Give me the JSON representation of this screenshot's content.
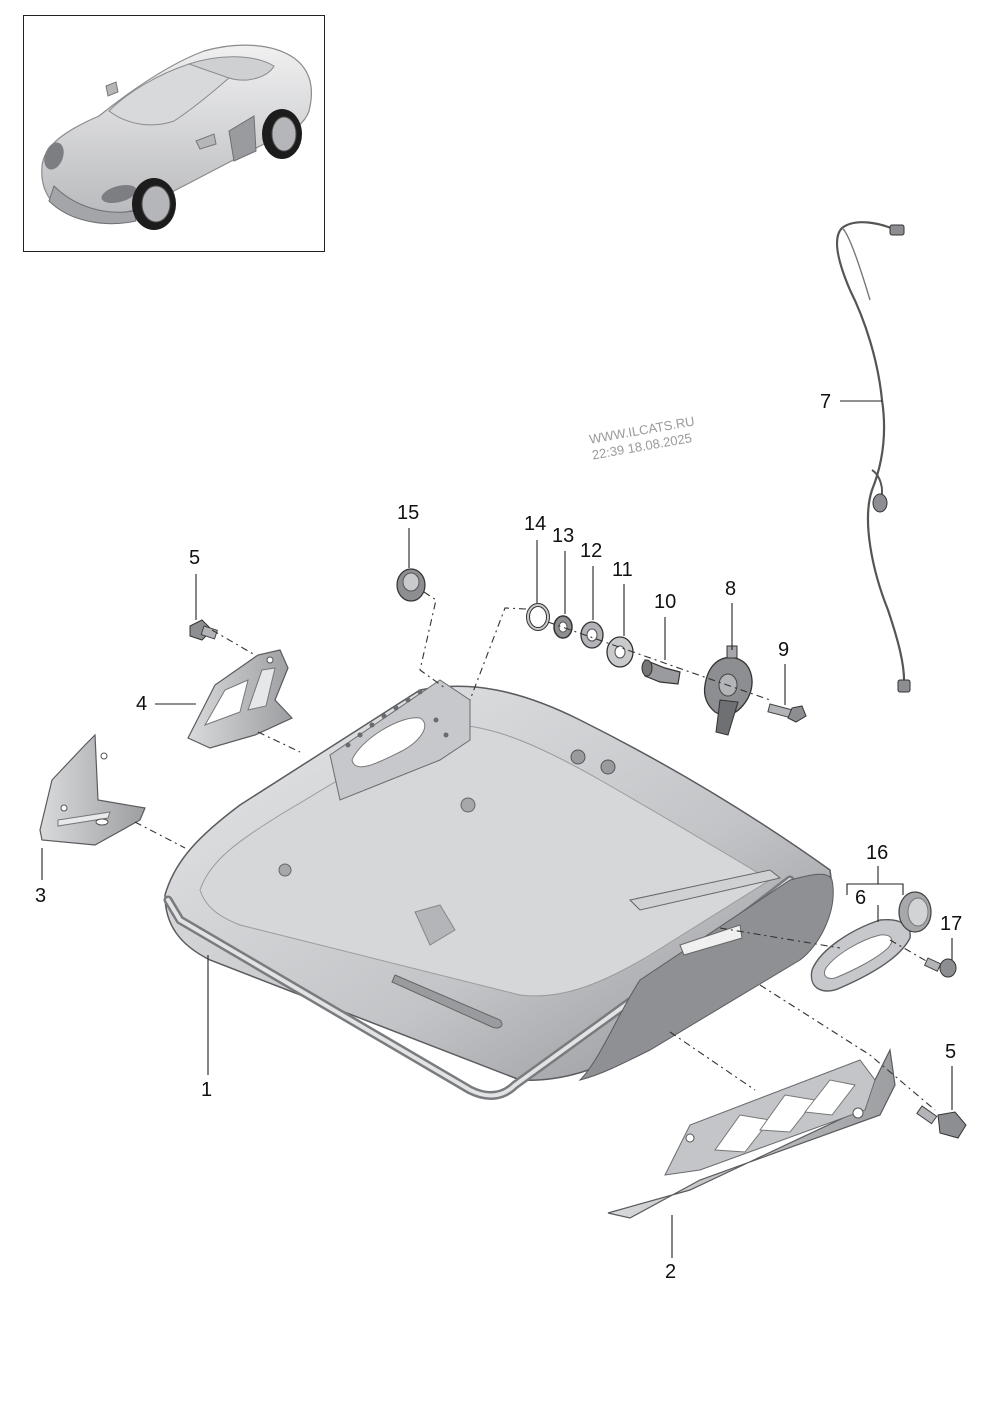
{
  "diagram": {
    "title": "Seat frame exploded parts diagram",
    "watermark": {
      "line1": "WWW.ILCATS.RU",
      "line2": "22:39 18.08.2025"
    },
    "callouts": [
      {
        "id": "1",
        "label": "1"
      },
      {
        "id": "2",
        "label": "2"
      },
      {
        "id": "3",
        "label": "3"
      },
      {
        "id": "4",
        "label": "4"
      },
      {
        "id": "5a",
        "label": "5"
      },
      {
        "id": "5b",
        "label": "5"
      },
      {
        "id": "6",
        "label": "6"
      },
      {
        "id": "7",
        "label": "7"
      },
      {
        "id": "8",
        "label": "8"
      },
      {
        "id": "9",
        "label": "9"
      },
      {
        "id": "10",
        "label": "10"
      },
      {
        "id": "11",
        "label": "11"
      },
      {
        "id": "12",
        "label": "12"
      },
      {
        "id": "13",
        "label": "13"
      },
      {
        "id": "14",
        "label": "14"
      },
      {
        "id": "15",
        "label": "15"
      },
      {
        "id": "16",
        "label": "16"
      },
      {
        "id": "17",
        "label": "17"
      }
    ],
    "colors": {
      "part_fill": "#c9cacc",
      "part_shade": "#8e8f92",
      "part_dark": "#6f7073",
      "line": "#222222"
    }
  }
}
